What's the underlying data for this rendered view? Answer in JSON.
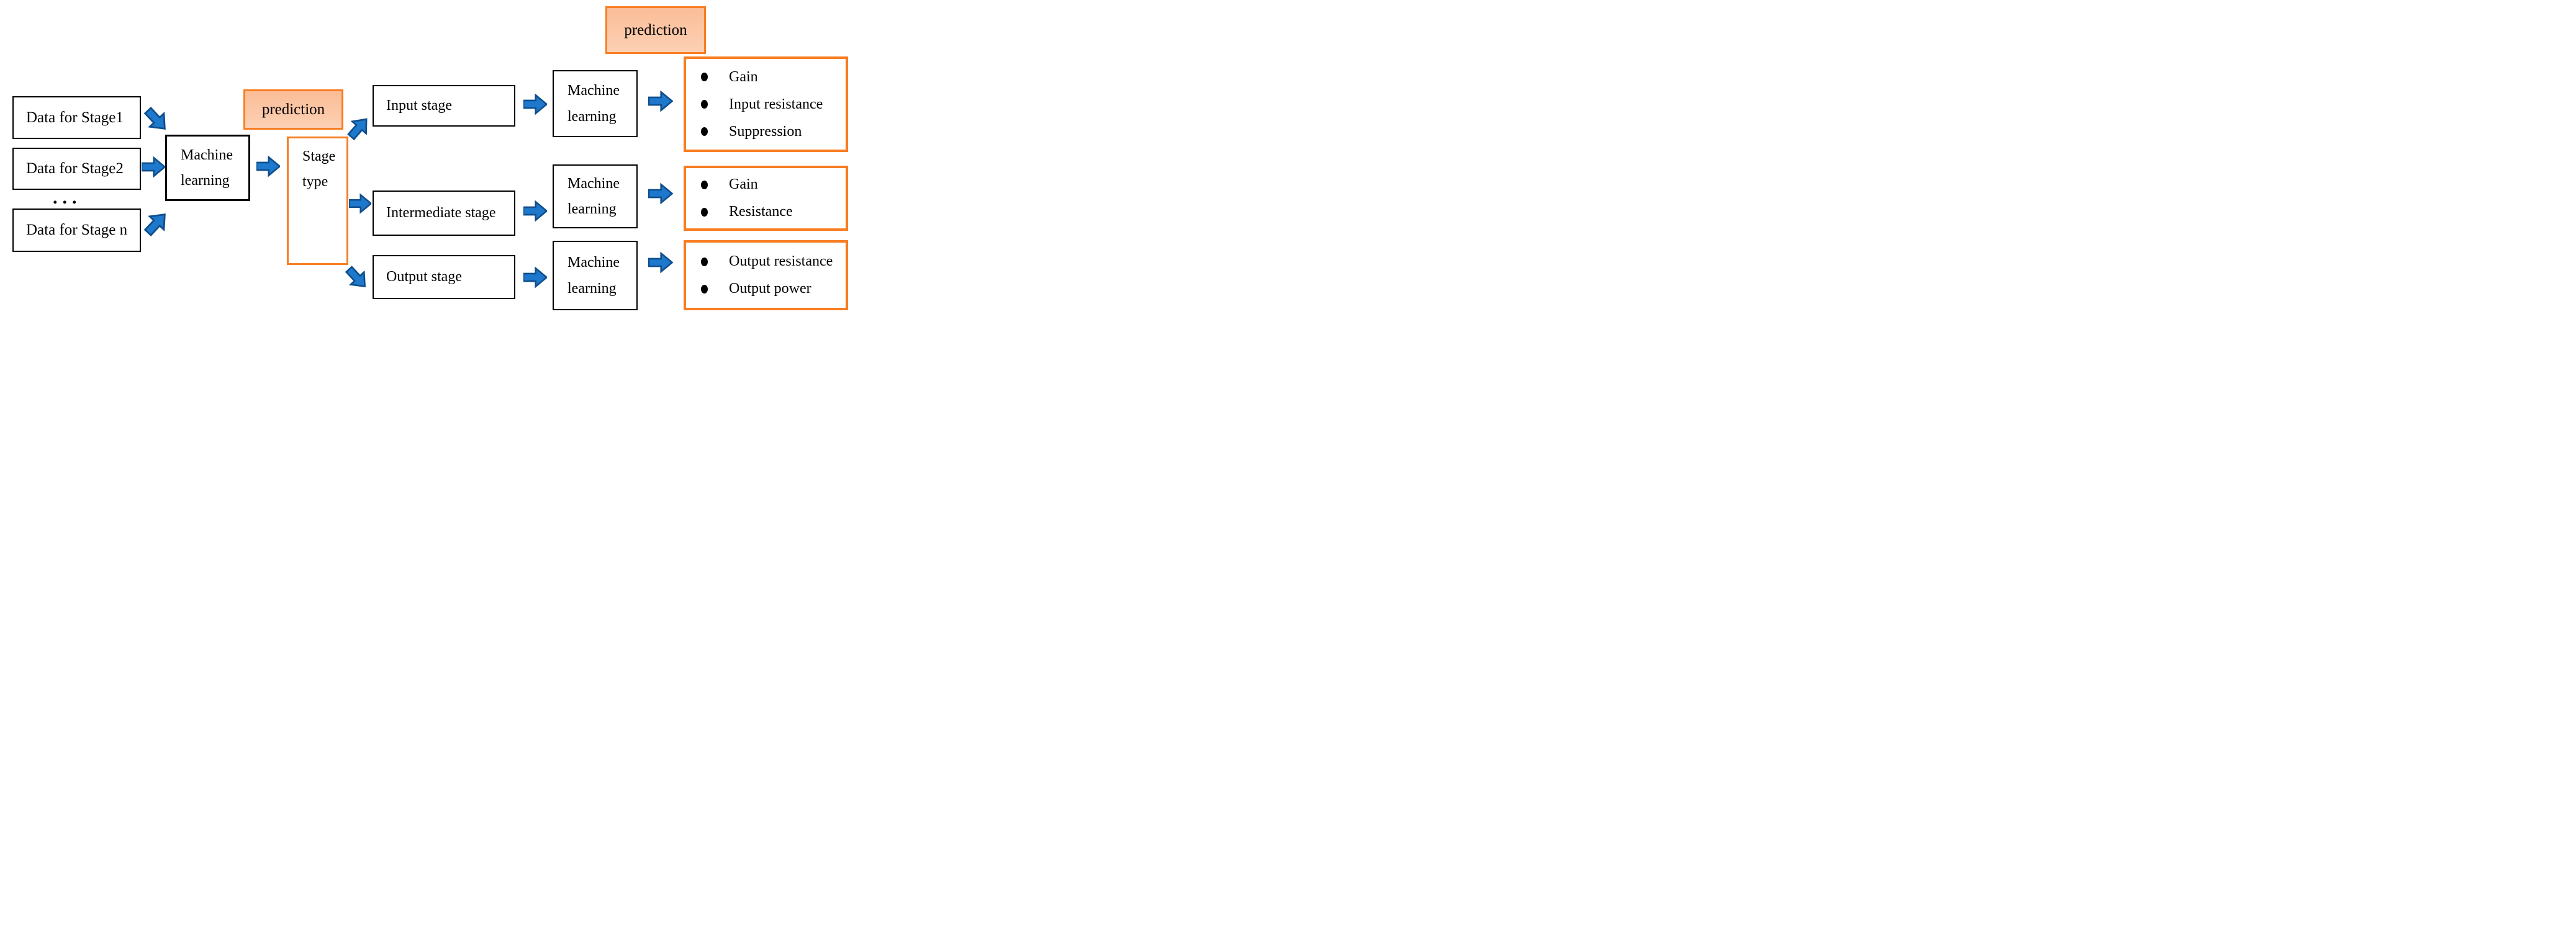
{
  "colors": {
    "orange": "#f87e23",
    "orange_fill_top": "#fbbd97",
    "orange_fill_bottom": "#fcd0b4",
    "arrow_fill": "#1e78cc",
    "arrow_stroke": "#0f4e8c",
    "ink": "#000000"
  },
  "left_column": {
    "boxes": [
      {
        "label": "Data for Stage1"
      },
      {
        "label": "Data for Stage2"
      },
      {
        "label": "Data for Stage n"
      }
    ],
    "ellipsis": "..."
  },
  "ml_label": {
    "line1": "Machine",
    "line2": "learning"
  },
  "prediction_label": "prediction",
  "stage_type": {
    "line1": "Stage",
    "line2": "type"
  },
  "stage_rows": [
    {
      "label": "Input stage"
    },
    {
      "label": "Intermediate stage"
    },
    {
      "label": "Output stage"
    }
  ],
  "output_boxes": [
    {
      "items": [
        "Gain",
        "Input resistance",
        "Suppression"
      ]
    },
    {
      "items": [
        "Gain",
        "Resistance"
      ]
    },
    {
      "items": [
        "Output resistance",
        "Output power"
      ]
    }
  ]
}
